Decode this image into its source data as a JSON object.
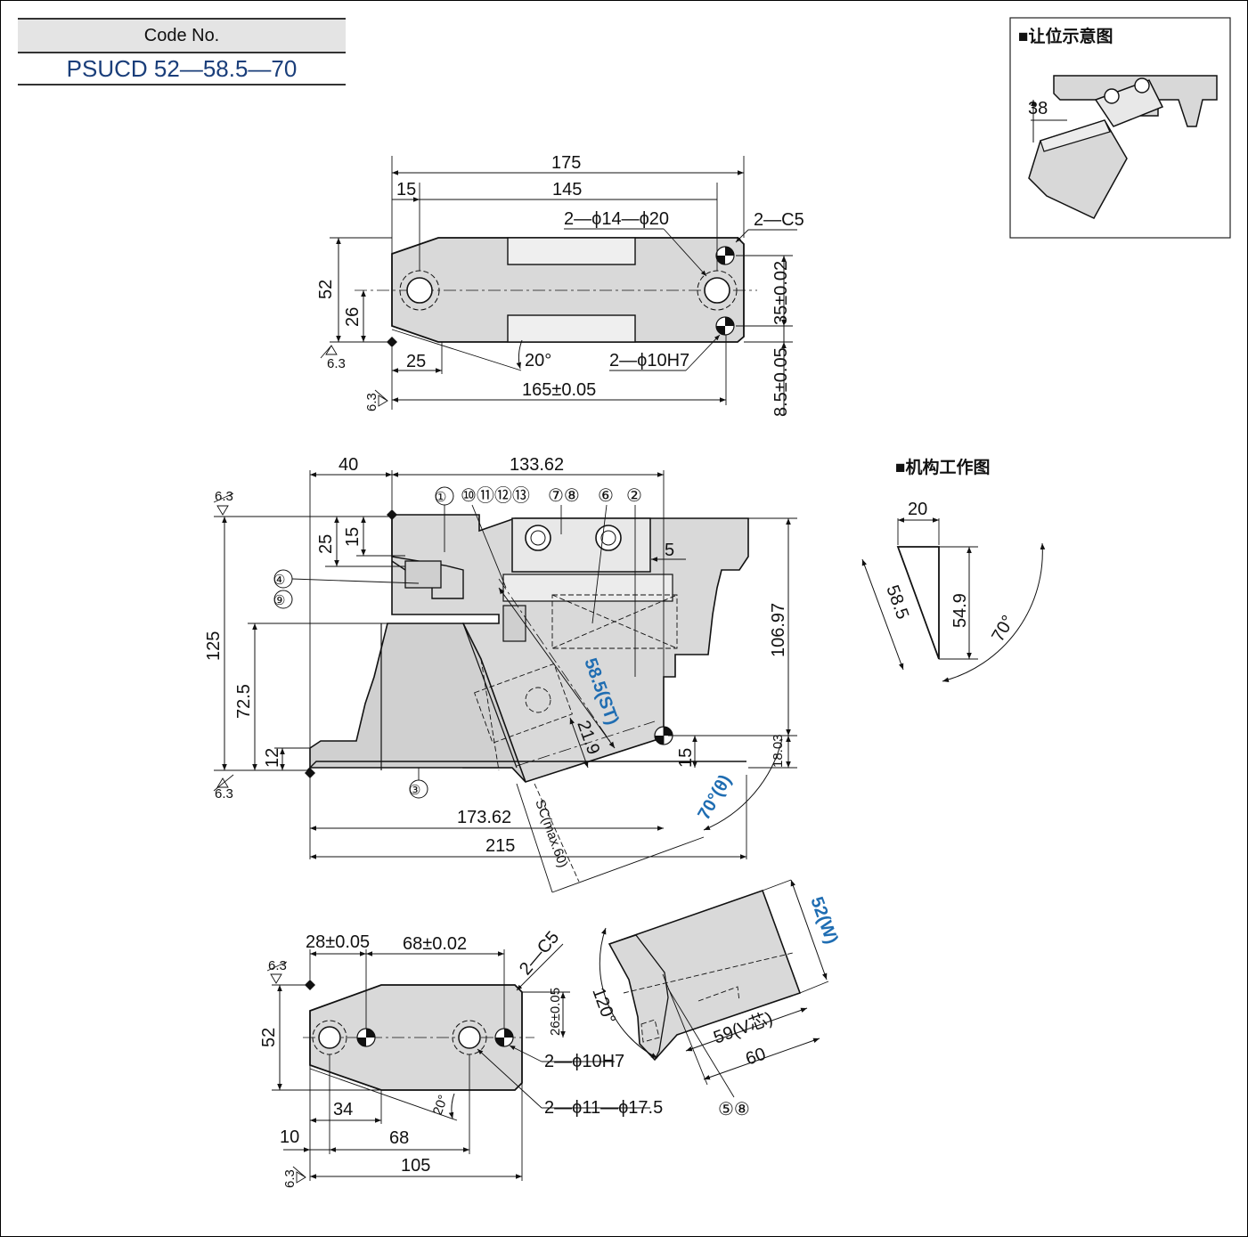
{
  "code_box": {
    "header": "Code No.",
    "value": "PSUCD 52—58.5—70"
  },
  "inset_clearance": {
    "title": "■让位示意图",
    "dim": "38"
  },
  "inset_mechanism": {
    "title": "■机构工作图",
    "dim_top": "20",
    "dim_slant": "58.5",
    "dim_height": "54.9",
    "angle": "70°"
  },
  "top_view": {
    "d175": "175",
    "d15": "15",
    "d145": "145",
    "hole_callout": "2—ϕ14—ϕ20",
    "chamfer": "2—C5",
    "d52": "52",
    "d26": "26",
    "d35": "35±0.02",
    "d25": "25",
    "d20deg": "20°",
    "pin_callout": "2—ϕ10H7",
    "d165": "165±0.05",
    "d85": "8.5±0.05",
    "rough": "6.3"
  },
  "front_view": {
    "d40": "40",
    "d13362": "133.62",
    "d25": "25",
    "d15": "15",
    "d5": "5",
    "d125": "125",
    "d725": "72.5",
    "d12": "12",
    "d10697": "106.97",
    "d1803": "18.03",
    "d15b": "15",
    "st": "58.5(ST)",
    "d219": "21.9",
    "theta": "70°(θ)",
    "sc": "SC(max.60)",
    "d17362": "173.62",
    "d215": "215",
    "rough": "6.3",
    "parts": [
      "①",
      "⑩⑪⑫⑬",
      "⑦⑧",
      "⑥",
      "②",
      "④",
      "⑨",
      "③"
    ]
  },
  "bottom_view": {
    "d28": "28±0.05",
    "d68top": "68±0.02",
    "chamfer": "2—C5",
    "d52": "52",
    "d26": "26±0.05",
    "pin_callout": "2—ϕ10H7",
    "d20deg": "20°",
    "hole_callout": "2—ϕ11—ϕ17.5",
    "d34": "34",
    "d10": "10",
    "d68": "68",
    "d105": "105",
    "rough": "6.3"
  },
  "iso_view": {
    "w": "52(W)",
    "angle": "120°",
    "v": "59(V芯)",
    "d60": "60",
    "parts": "⑤⑧"
  }
}
